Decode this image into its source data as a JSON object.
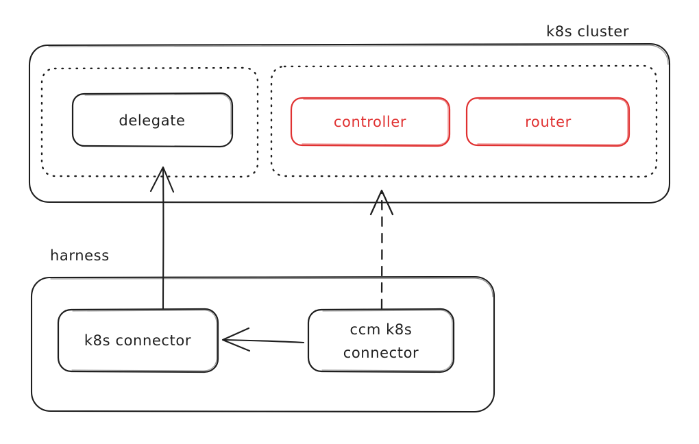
{
  "diagram": {
    "type": "architecture-sketch",
    "style": "hand-drawn",
    "background": "#ffffff",
    "colors": {
      "ink": "#1e1e1e",
      "accent_red": "#e03131"
    },
    "groups": [
      {
        "id": "k8s-cluster",
        "label": "k8s cluster",
        "label_position": "top-right-outside",
        "border": "solid",
        "color": "#1e1e1e"
      },
      {
        "id": "harness",
        "label": "harness",
        "label_position": "top-left-outside",
        "border": "solid",
        "color": "#1e1e1e"
      },
      {
        "id": "delegate-group",
        "label": "",
        "border": "dotted",
        "color": "#1e1e1e"
      },
      {
        "id": "services-group",
        "label": "",
        "border": "dotted",
        "color": "#1e1e1e"
      }
    ],
    "nodes": [
      {
        "id": "delegate",
        "label": "delegate",
        "color": "#1e1e1e",
        "parent": "delegate-group"
      },
      {
        "id": "controller",
        "label": "controller",
        "color": "#e03131",
        "parent": "services-group"
      },
      {
        "id": "router",
        "label": "router",
        "color": "#e03131",
        "parent": "services-group"
      },
      {
        "id": "k8s-connector",
        "label": "k8s connector",
        "color": "#1e1e1e",
        "parent": "harness"
      },
      {
        "id": "ccm-k8s-connector",
        "label_line1": "ccm k8s",
        "label_line2": "connector",
        "label": "ccm k8s connector",
        "color": "#1e1e1e",
        "parent": "harness"
      }
    ],
    "edges": [
      {
        "id": "edge-connector-to-delegate",
        "from": "k8s-connector",
        "to": "delegate",
        "style": "solid",
        "direction": "up",
        "arrowhead": "end"
      },
      {
        "id": "edge-ccm-to-services",
        "from": "ccm-k8s-connector",
        "to": "services-group",
        "style": "dashed",
        "direction": "up",
        "arrowhead": "end"
      },
      {
        "id": "edge-ccm-to-connector",
        "from": "ccm-k8s-connector",
        "to": "k8s-connector",
        "style": "solid",
        "direction": "left",
        "arrowhead": "end"
      }
    ]
  }
}
